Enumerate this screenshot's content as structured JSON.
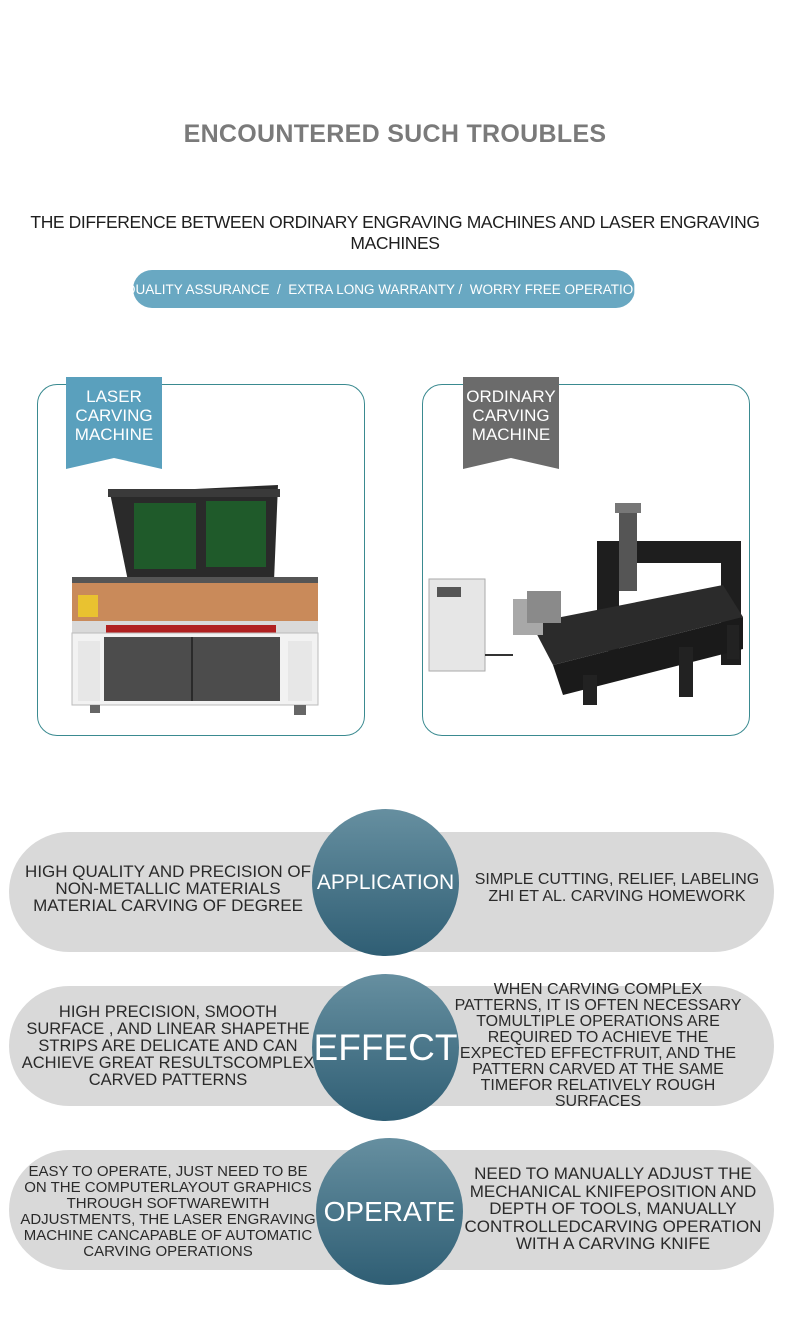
{
  "heading": "ENCOUNTERED SUCH TROUBLES",
  "subheading": "THE DIFFERENCE BETWEEN ORDINARY ENGRAVING MACHINES AND LASER ENGRAVING MACHINES",
  "pill": "QUALITY ASSURANCE  /  EXTRA LONG WARRANTY /  WORRY FREE OPERATION",
  "cards": {
    "laser": {
      "line1": "LASER",
      "line2": "CARVING",
      "line3": "MACHINE"
    },
    "ordinary": {
      "line1": "ORDINARY",
      "line2": "CARVING",
      "line3": "MACHINE"
    }
  },
  "rows": [
    {
      "label": "APPLICATION",
      "left": "HIGH QUALITY AND PRECISION OF NON-METALLIC MATERIALS MATERIAL CARVING OF DEGREE",
      "right": "SIMPLE CUTTING, RELIEF, LABELING ZHI ET AL. CARVING HOMEWORK"
    },
    {
      "label": "EFFECT",
      "left": "HIGH PRECISION, SMOOTH SURFACE , AND LINEAR SHAPETHE STRIPS ARE DELICATE AND CAN ACHIEVE GREAT RESULTSCOMPLEX CARVED PATTERNS",
      "right": "WHEN CARVING COMPLEX PATTERNS, IT IS OFTEN NECESSARY TOMULTIPLE OPERATIONS ARE REQUIRED TO ACHIEVE THE EXPECTED EFFECTFRUIT, AND THE PATTERN CARVED AT THE SAME TIMEFOR RELATIVELY ROUGH SURFACES"
    },
    {
      "label": "OPERATE",
      "left": "EASY TO OPERATE, JUST NEED TO BE ON THE COMPUTERLAYOUT GRAPHICS THROUGH SOFTWAREWITH ADJUSTMENTS, THE LASER ENGRAVING MACHINE CANCAPABLE OF AUTOMATIC CARVING OPERATIONS",
      "right": "NEED TO MANUALLY ADJUST THE MECHANICAL KNIFEPOSITION AND DEPTH OF TOOLS, MANUALLY CONTROLLEDCARVING OPERATION WITH A CARVING KNIFE"
    }
  ]
}
